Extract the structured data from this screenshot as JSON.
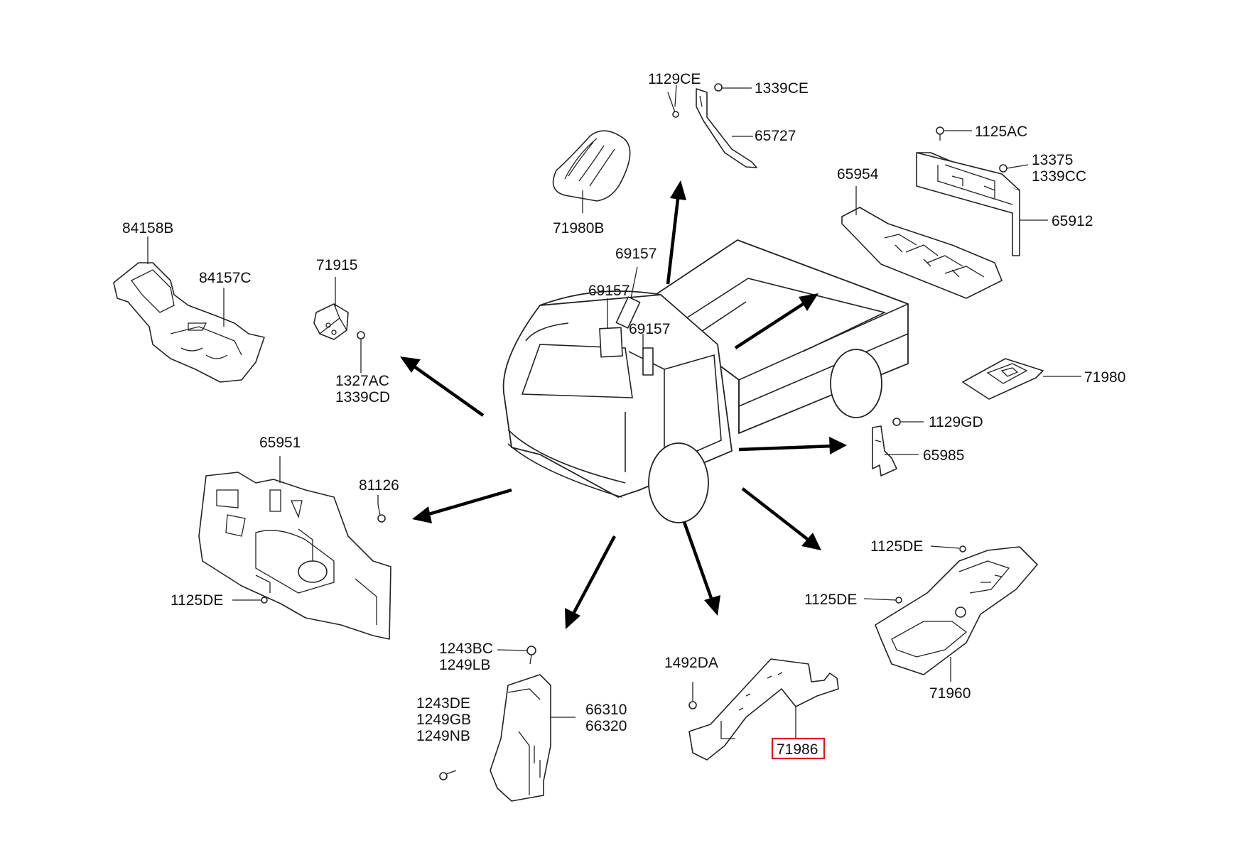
{
  "colors": {
    "line": "#222222",
    "arrow": "#000000",
    "highlight": "#e0181b",
    "background": "#ffffff"
  },
  "highlighted_part": "71986",
  "labels": {
    "p_1129ce": "1129CE",
    "p_1339ce": "1339CE",
    "p_65727": "65727",
    "p_1125ac": "1125AC",
    "p_13375": "13375",
    "p_1339cc": "1339CC",
    "p_65954": "65954",
    "p_65912": "65912",
    "p_71980b": "71980B",
    "p_84158b": "84158B",
    "p_84157c": "84157C",
    "p_71915": "71915",
    "p_1327ac": "1327AC",
    "p_1339cd": "1339CD",
    "p_69157_a": "69157",
    "p_69157_b": "69157",
    "p_69157_c": "69157",
    "p_71980": "71980",
    "p_1129gd": "1129GD",
    "p_65985": "65985",
    "p_65951": "65951",
    "p_81126": "81126",
    "p_1125de_left": "1125DE",
    "p_1125de_r1": "1125DE",
    "p_1125de_r2": "1125DE",
    "p_71960": "71960",
    "p_1243bc": "1243BC",
    "p_1249lb": "1249LB",
    "p_1243de": "1243DE",
    "p_1249gb": "1249GB",
    "p_1249nb": "1249NB",
    "p_66310": "66310",
    "p_66320": "66320",
    "p_1492da": "1492DA",
    "p_71986": "71986"
  }
}
